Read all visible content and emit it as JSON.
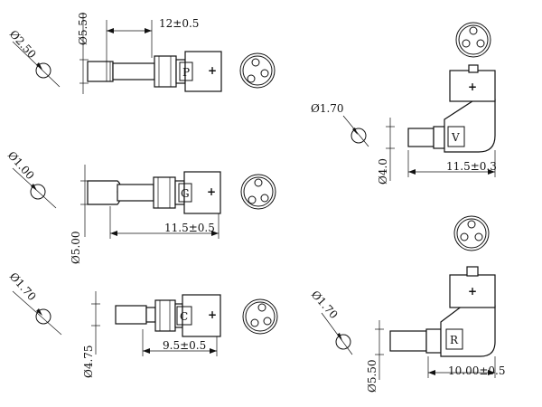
{
  "connectors": [
    {
      "id": "P",
      "letter": "P",
      "hole_dia": "Ø2.50",
      "outer_dia": "Ø5.50",
      "length": "12±0.5"
    },
    {
      "id": "G",
      "letter": "G",
      "hole_dia": "Ø1.00",
      "outer_dia": "Ø5.00",
      "length": "11.5±0.5"
    },
    {
      "id": "C",
      "letter": "C",
      "hole_dia": "Ø1.70",
      "outer_dia": "Ø4.75",
      "length": "9.5±0.5"
    },
    {
      "id": "V",
      "letter": "V",
      "hole_dia": "Ø1.70",
      "outer_dia": "Ø4.0",
      "length": "11.5±0.3"
    },
    {
      "id": "R",
      "letter": "R",
      "hole_dia": "Ø1.70",
      "outer_dia": "Ø5.50",
      "length": "10.00±0.5"
    }
  ],
  "symbols": {
    "plus": "+"
  }
}
